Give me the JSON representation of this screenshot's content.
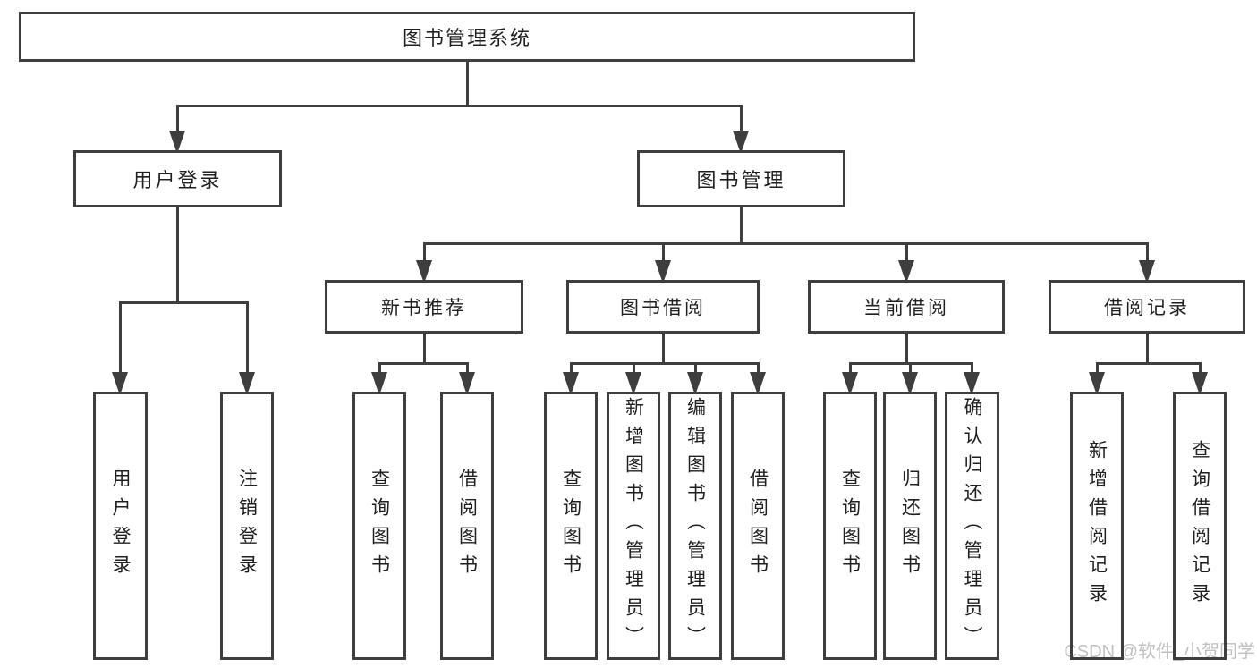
{
  "diagram": {
    "title": "图书管理系统",
    "root": {
      "label": "图书管理系统"
    },
    "branches": [
      {
        "label": "用户登录",
        "children": [
          {
            "label": "用户登录"
          },
          {
            "label": "注销登录"
          }
        ]
      },
      {
        "label": "图书管理",
        "children": [
          {
            "label": "新书推荐",
            "children": [
              {
                "label": "查询图书"
              },
              {
                "label": "借阅图书"
              }
            ]
          },
          {
            "label": "图书借阅",
            "children": [
              {
                "label": "查询图书"
              },
              {
                "label": "新增图书（管理员）"
              },
              {
                "label": "编辑图书（管理员）"
              },
              {
                "label": "借阅图书"
              }
            ]
          },
          {
            "label": "当前借阅",
            "children": [
              {
                "label": "查询图书"
              },
              {
                "label": "归还图书"
              },
              {
                "label": "确认归还（管理员）"
              }
            ]
          },
          {
            "label": "借阅记录",
            "children": [
              {
                "label": "新增借阅记录"
              },
              {
                "label": "查询借阅记录"
              }
            ]
          }
        ]
      }
    ]
  },
  "colors": {
    "line": "#3e3e3e",
    "text": "#1f1f1f",
    "background": "#ffffff",
    "watermark": "#c0c0c0"
  },
  "watermark": {
    "text": "CSDN @软件_小贺同学"
  }
}
